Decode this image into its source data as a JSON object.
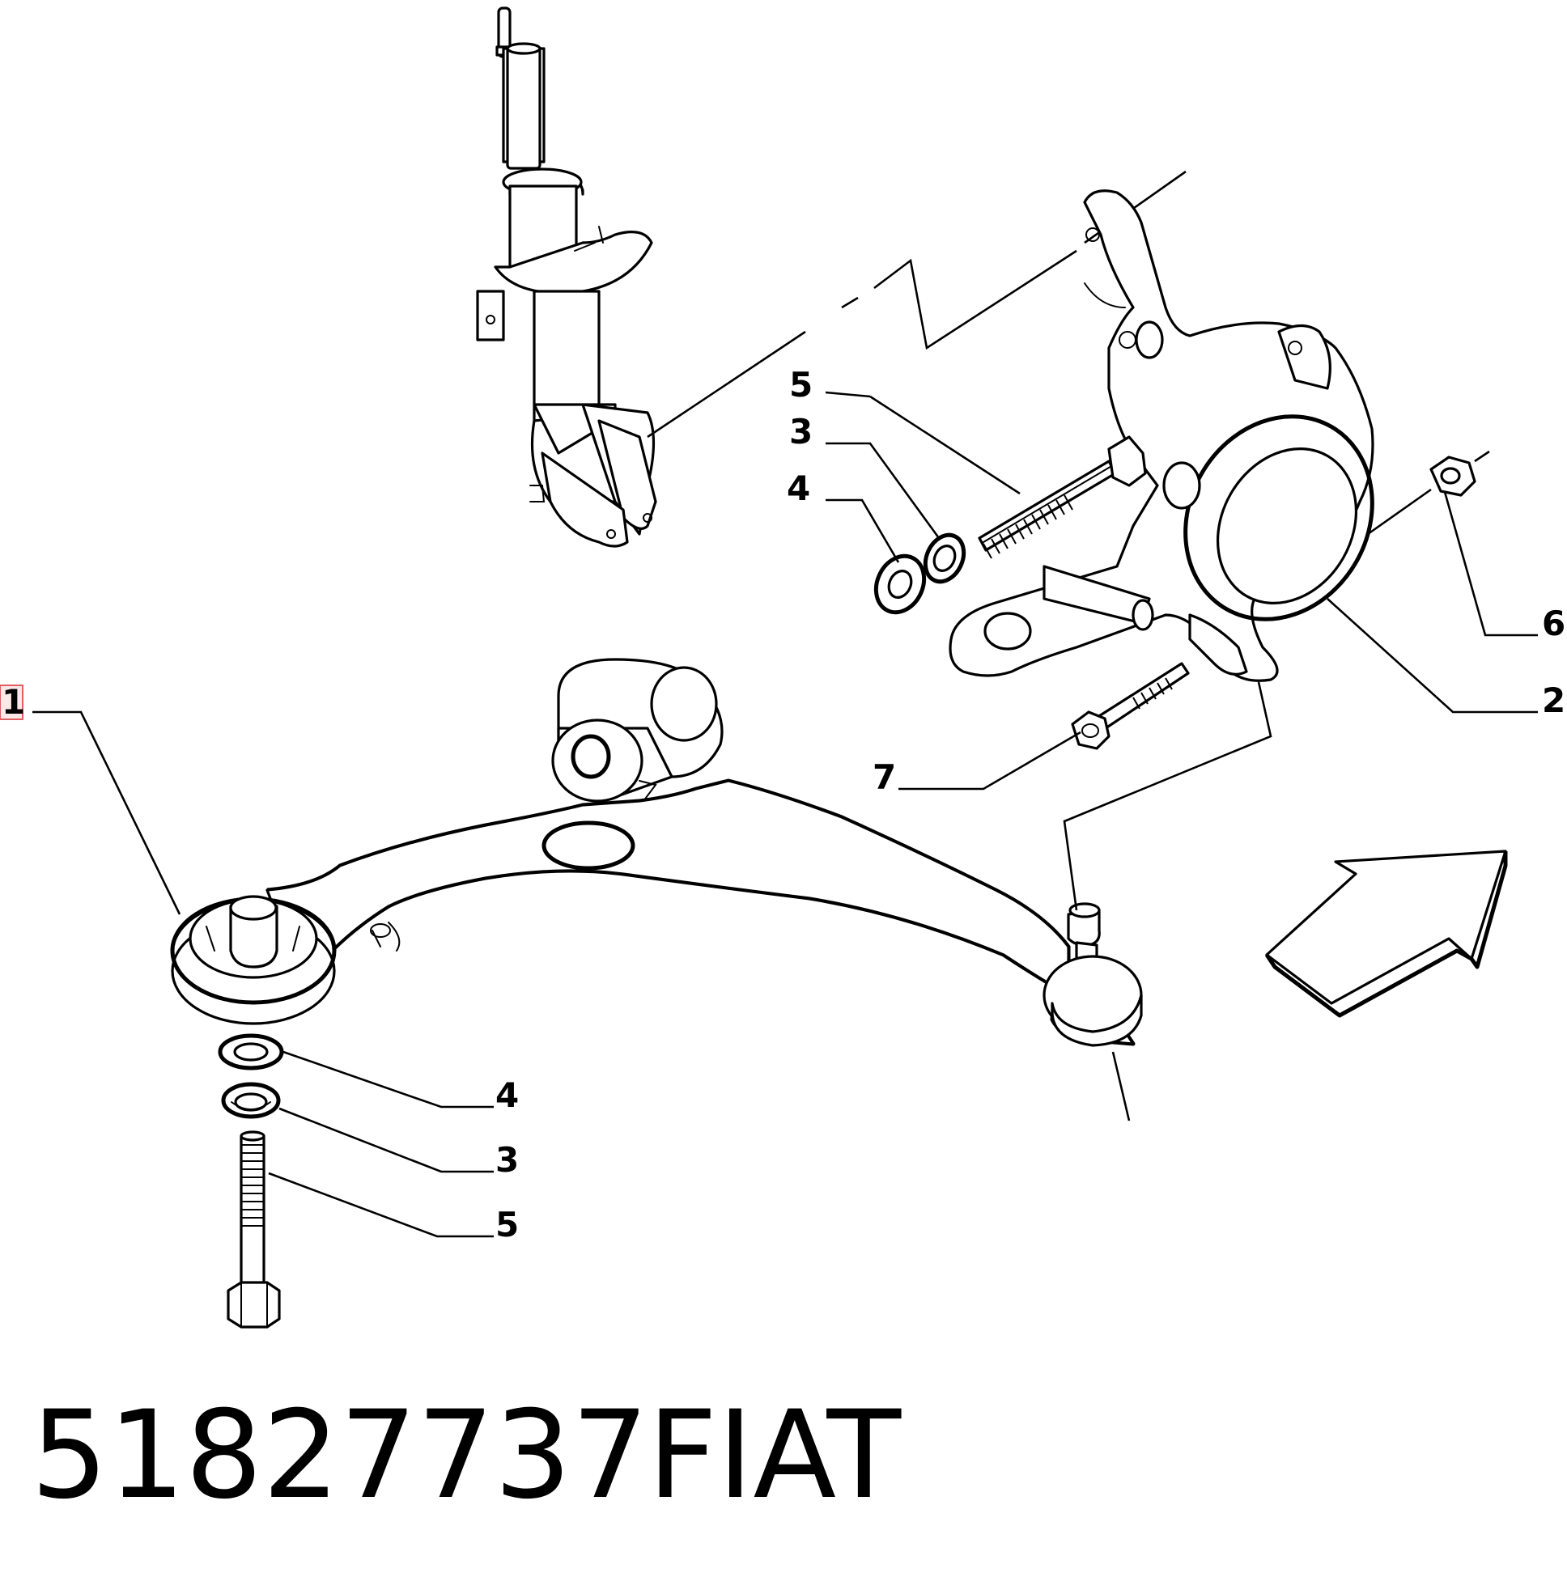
{
  "callouts": {
    "c1": "1",
    "c2": "2",
    "c3_top": "3",
    "c3_bottom": "3",
    "c4_top": "4",
    "c4_bottom": "4",
    "c5_top": "5",
    "c5_bottom": "5",
    "c6": "6",
    "c7": "7"
  },
  "caption": {
    "part_number": "51827737",
    "brand": "FIAT"
  },
  "colors": {
    "line": "#000000",
    "background": "#ffffff",
    "highlight_box": "#e06060"
  }
}
